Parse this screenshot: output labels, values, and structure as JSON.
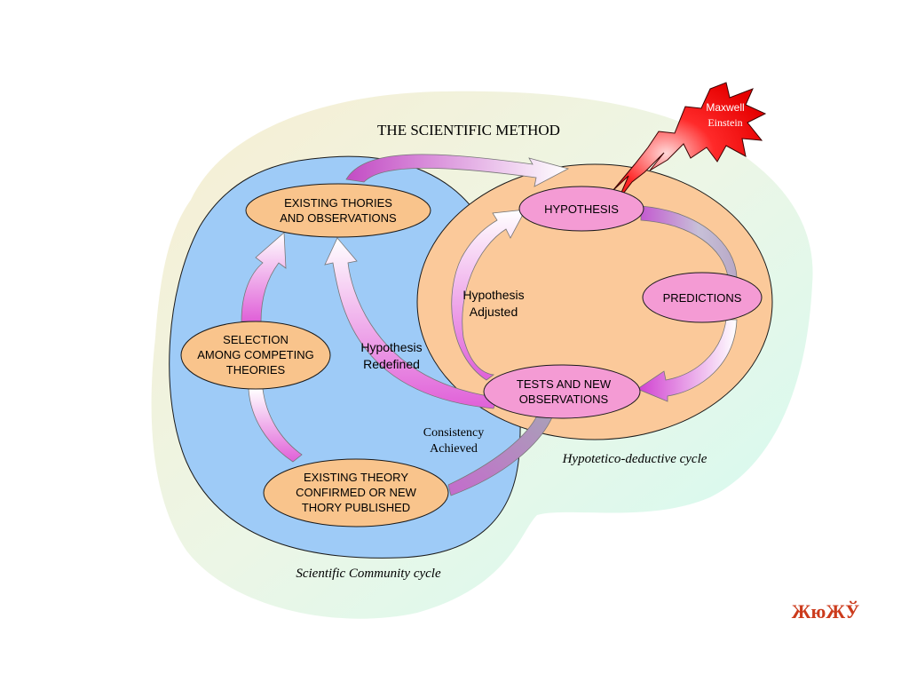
{
  "title": "THE SCIENTIFIC METHOD",
  "burst": {
    "line1": "Maxwell",
    "line2": "Einstein"
  },
  "nodes": {
    "existing": {
      "line1": "EXISTING THORIES",
      "line2": "AND OBSERVATIONS"
    },
    "selection": {
      "line1": "SELECTION",
      "line2": "AMONG COMPETING",
      "line3": "THEORIES"
    },
    "confirmed": {
      "line1": "EXISTING THEORY",
      "line2": "CONFIRMED OR NEW",
      "line3": "THORY PUBLISHED"
    },
    "hypothesis": {
      "line1": "HYPOTHESIS"
    },
    "predictions": {
      "line1": "PREDICTIONS"
    },
    "tests": {
      "line1": "TESTS AND NEW",
      "line2": "OBSERVATIONS"
    }
  },
  "labels": {
    "adjusted": {
      "line1": "Hypothesis",
      "line2": "Adjusted"
    },
    "redefined": {
      "line1": "Hypothesis",
      "line2": "Redefined"
    },
    "consistency": {
      "line1": "Consistency",
      "line2": "Achieved"
    }
  },
  "captions": {
    "deductive": "Hypotetico-deductive cycle",
    "community": "Scientific Community cycle"
  },
  "ornament": "ЖюЖЎ",
  "colors": {
    "blob_top": "#f6efd5",
    "blob_bottom": "#d8fbf1",
    "community": "#9ecbf7",
    "deductive": "#fbc99a",
    "node_orange": "#f9c48c",
    "node_pink": "#f49bd4",
    "ornament": "#cc3b1c"
  }
}
